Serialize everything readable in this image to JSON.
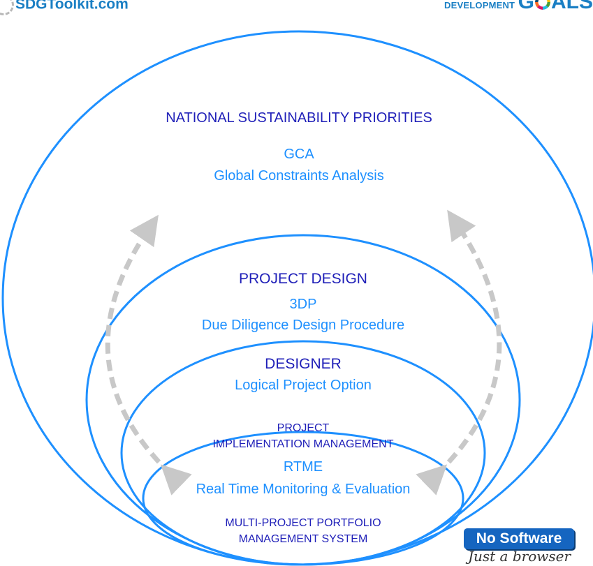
{
  "branding": {
    "site_name": "SDGToolkit.com",
    "sdg_logo_small": "DEVELOPMENT",
    "sdg_logo_large_left": "G",
    "sdg_logo_large_right": "ALS"
  },
  "outer_circle": {
    "title": "NATIONAL SUSTAINABILITY PRIORITIES",
    "acronym": "GCA",
    "subtitle": "Global Constraints Analysis"
  },
  "project_design": {
    "title": "PROJECT DESIGN",
    "acronym": "3DP",
    "subtitle": "Due Diligence Design Procedure"
  },
  "designer": {
    "title": "DESIGNER",
    "subtitle": "Logical Project Option"
  },
  "implementation": {
    "title_line1": "PROJECT",
    "title_line2": "IMPLEMENTATION MANAGEMENT",
    "acronym": "RTME",
    "subtitle": "Real Time Monitoring & Evaluation"
  },
  "portfolio": {
    "title_line1": "MULTI-PROJECT PORTFOLIO",
    "title_line2": "MANAGEMENT SYSTEM"
  },
  "badge": {
    "line1": "No Software",
    "line2": "Just a browser"
  },
  "colors": {
    "circle_stroke": "#1e90ff",
    "heading_text": "#1f1fb8",
    "body_text": "#1e90ff",
    "arrow": "#c8c8c8"
  }
}
